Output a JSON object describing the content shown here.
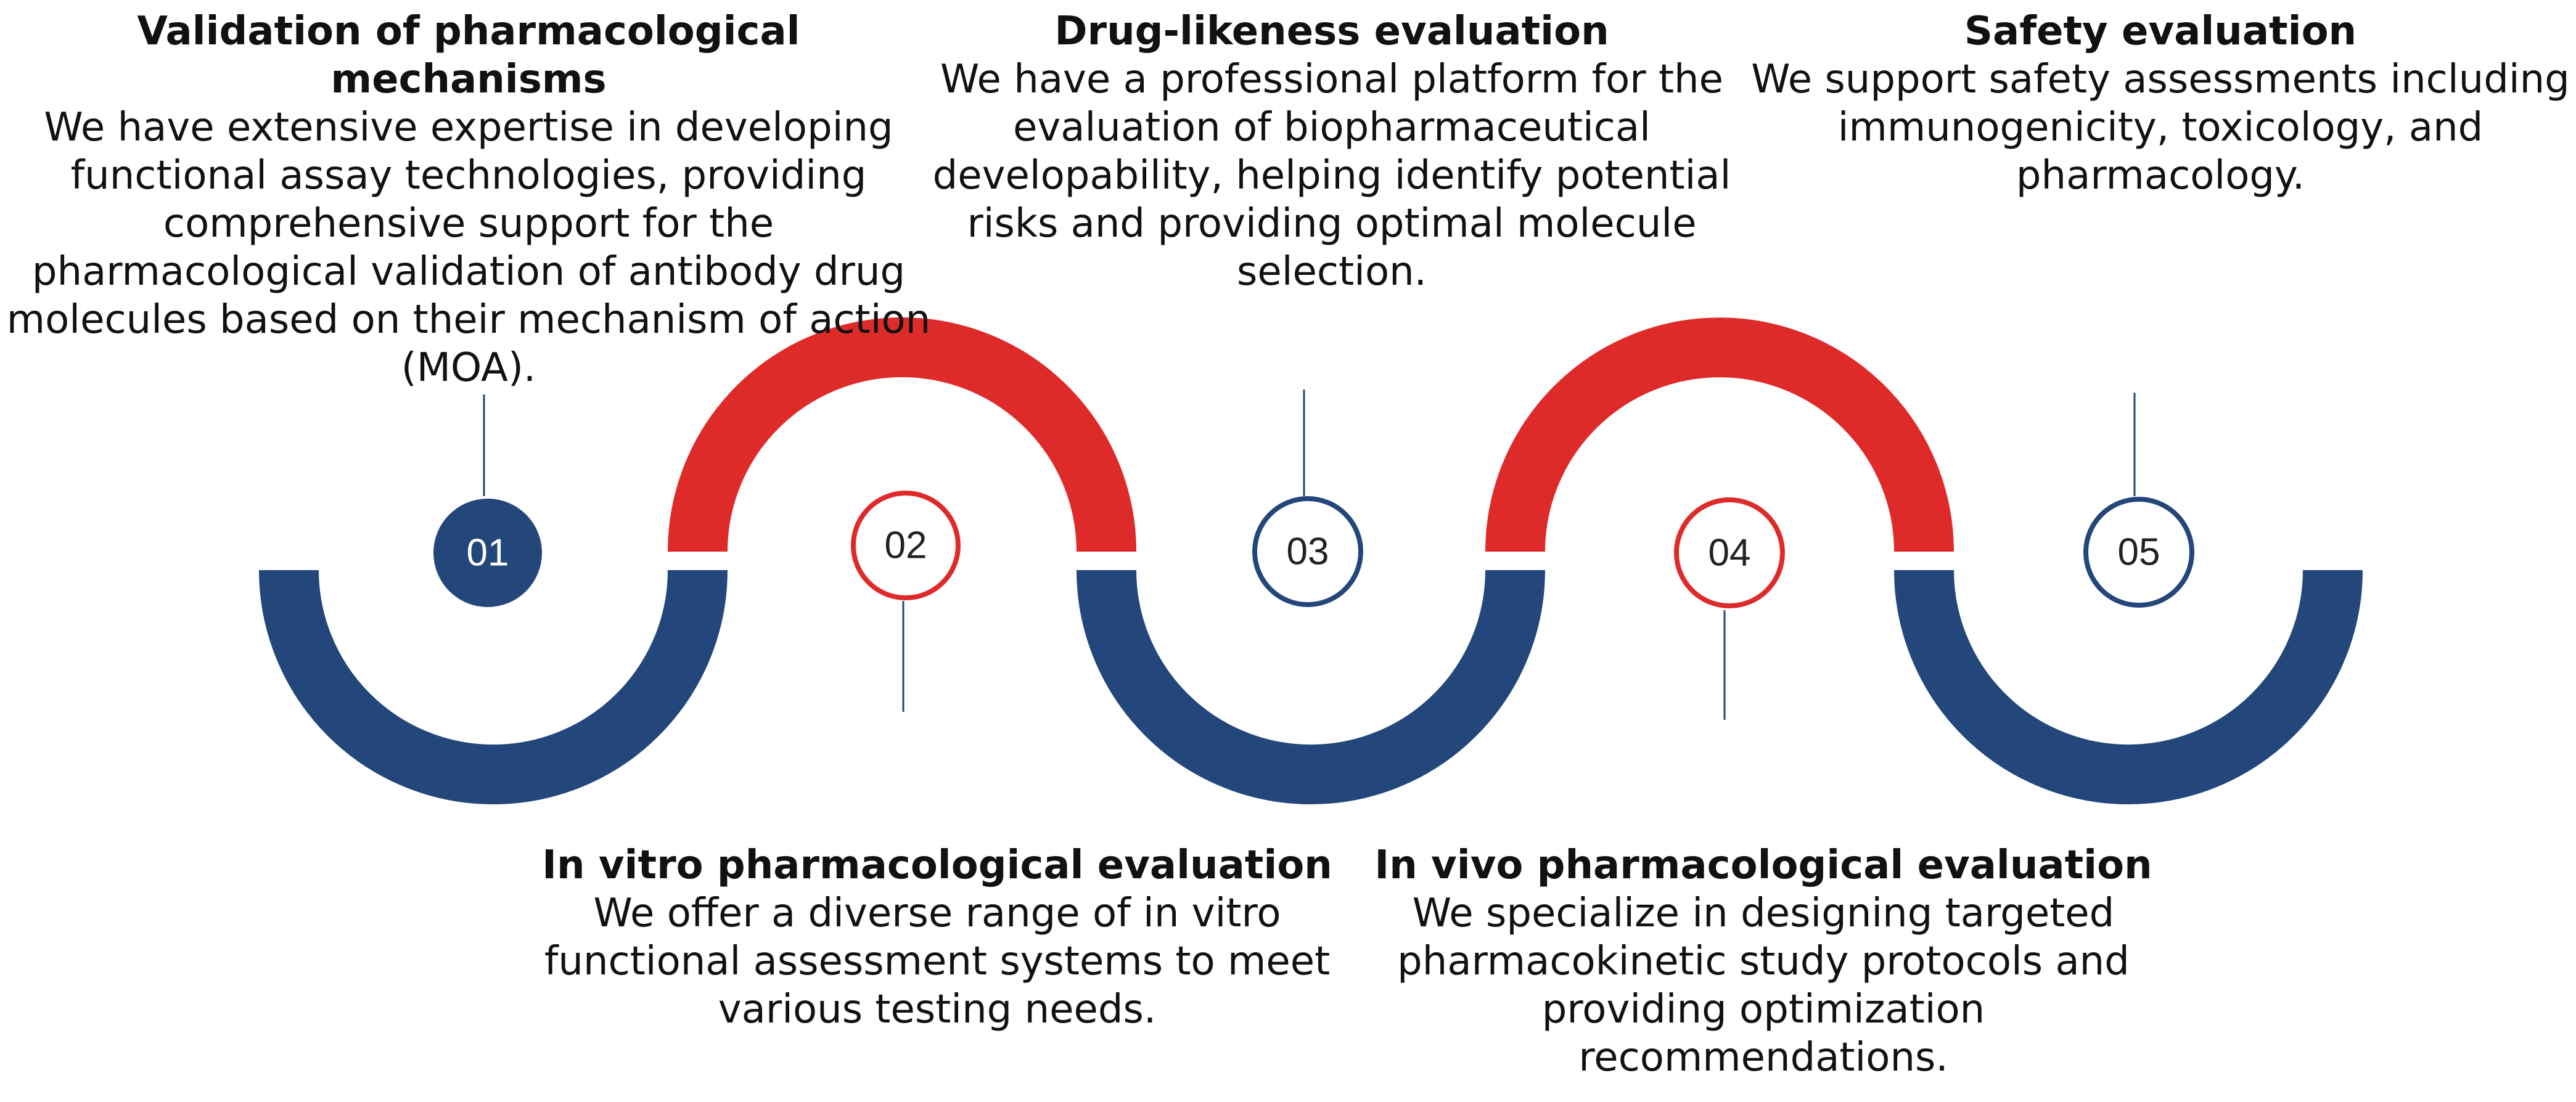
{
  "colors": {
    "blue": "#23477B",
    "red": "#DF2A2A",
    "white": "#FFFFFF",
    "text": "#111111"
  },
  "steps": [
    {
      "number": "01",
      "title": "Validation of pharmacological mechanisms",
      "description": "We have extensive expertise in developing functional assay technologies, providing comprehensive support for the pharmacological validation of antibody drug molecules based on their mechanism of action (MOA).",
      "color": "blue",
      "marker_style": "filled",
      "text_side": "top"
    },
    {
      "number": "02",
      "title": "In vitro pharmacological evaluation",
      "description": "We offer a diverse range of in vitro functional assessment systems to meet various testing needs.",
      "color": "red",
      "marker_style": "outline",
      "text_side": "bottom"
    },
    {
      "number": "03",
      "title": "Drug-likeness evaluation",
      "description": "We have a professional platform for the evaluation of biopharmaceutical developability, helping identify potential risks and providing optimal molecule selection.",
      "color": "blue",
      "marker_style": "outline",
      "text_side": "top"
    },
    {
      "number": "04",
      "title": "In vivo pharmacological evaluation",
      "description": "We specialize in designing targeted pharmacokinetic study protocols and providing optimization recommendations.",
      "color": "red",
      "marker_style": "outline",
      "text_side": "bottom"
    },
    {
      "number": "05",
      "title": "Safety evaluation",
      "description": "We support safety assessments including immunogenicity, toxicology, and pharmacology.",
      "color": "blue",
      "marker_style": "outline",
      "text_side": "top"
    }
  ],
  "wave": {
    "segments": [
      "blue",
      "red",
      "blue",
      "red",
      "blue"
    ]
  }
}
